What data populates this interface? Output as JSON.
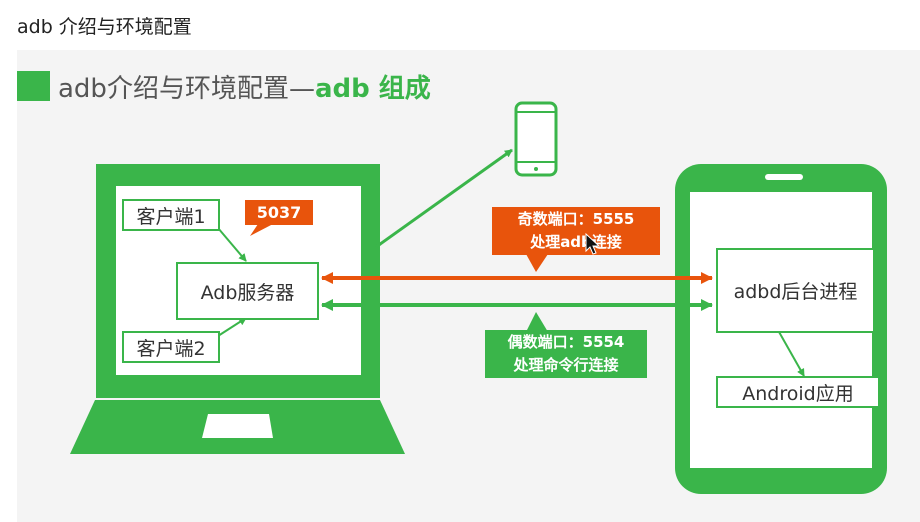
{
  "page": {
    "title": "adb 介绍与环境配置"
  },
  "slide": {
    "heading_prefix": "adb介绍与环境配置—",
    "heading_emphasis": "adb 组成"
  },
  "diagram": {
    "client1": "客户端1",
    "client2": "客户端2",
    "server": "Adb服务器",
    "server_port": "5037",
    "odd_port_line1": "奇数端口：5555",
    "odd_port_line2": "处理adb连接",
    "even_port_line1": "偶数端口：5554",
    "even_port_line2": "处理命令行连接",
    "daemon": "adbd后台进程",
    "android_app": "Android应用"
  },
  "colors": {
    "green": "#3ab54a",
    "orange": "#e8540c",
    "slide_bg": "#f4f4f4"
  }
}
